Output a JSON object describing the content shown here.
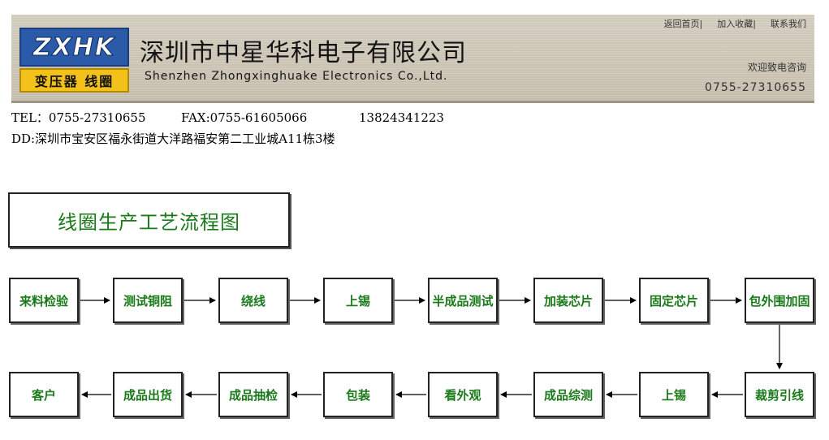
{
  "header": {
    "logo_text": "ZXHK",
    "logo_sub": "变压器 线圈",
    "company_cn": "深圳市中星华科电子有限公司",
    "company_en": "Shenzhen Zhongxinghuake Electronics Co.,Ltd.",
    "links": [
      "返回首页|",
      "加入收藏|",
      "联系我们"
    ],
    "welcome": "欢迎致电咨询",
    "phone": "0755-27310655"
  },
  "contact": {
    "tel": "TEL：0755-27310655",
    "fax": "FAX:0755-61605066",
    "mobile": "13824341223",
    "address": "DD:深圳市宝安区福永街道大洋路福安第二工业城A11栋3楼"
  },
  "flow": {
    "title": "线圈生产工艺流程图",
    "row1": [
      "来料检验",
      "测试铜阻",
      "绕线",
      "上锡",
      "半成品测试",
      "加装芯片",
      "固定芯片",
      "包外围加固"
    ],
    "row2": [
      "客户",
      "成品出货",
      "成品抽检",
      "包装",
      "看外观",
      "成品综测",
      "上锡",
      "裁剪引线"
    ]
  },
  "colors": {
    "step_text": "#1a7a1a",
    "logo_blue": "#2a5aa8",
    "logo_yellow": "#f2c21b"
  }
}
